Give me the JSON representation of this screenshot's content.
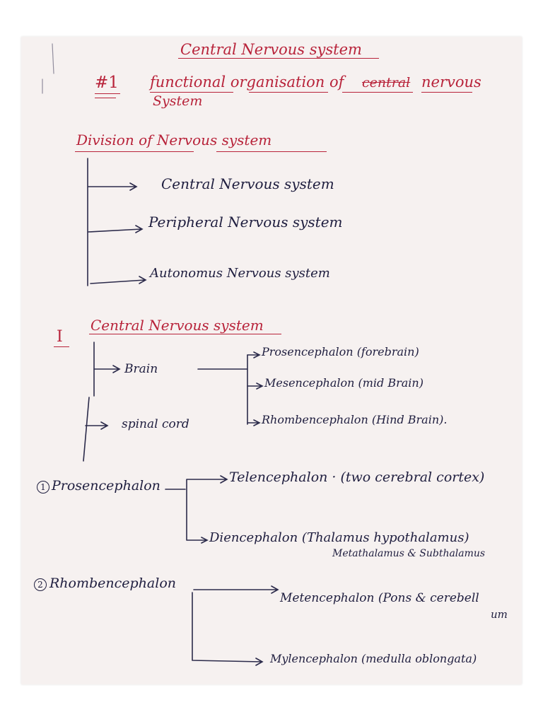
{
  "notes": {
    "title": "Central Nervous system",
    "heading_number": "#1",
    "heading_text": "functional organisation of",
    "heading_struck": "central",
    "heading_text_end": "nervous",
    "heading_line2": "System",
    "division_heading": "Division of Nervous system",
    "divisions": [
      "Central Nervous system",
      "Peripheral Nervous system",
      "Autonomus Nervous system"
    ],
    "section_marker": "I",
    "section_heading": "Central Nervous system",
    "cns_parts": {
      "brain": "Brain",
      "spinal_cord": "spinal cord"
    },
    "brain_parts": [
      "Prosencephalon (forebrain)",
      "Mesencephalon (mid Brain)",
      "Rhombencephalon (Hind Brain)."
    ],
    "prosencephalon": {
      "number": "1",
      "label": "Prosencephalon",
      "telencephalon": "Telencephalon · (two cerebral cortex)",
      "diencephalon": "Diencephalon (Thalamus hypothalamus)",
      "diencephalon_line2": "Metathalamus & Subthalamus"
    },
    "rhombencephalon": {
      "number": "2",
      "label": "Rhombencephalon",
      "metencephalon": "Metencephalon (Pons & cerebell",
      "metencephalon_line2": "um",
      "mylencephalon": "Mylencephalon (medulla oblongata)"
    }
  },
  "colors": {
    "paper": "#f6f1f0",
    "heading_ink": "#b8233a",
    "body_ink": "#1f1e3f"
  }
}
